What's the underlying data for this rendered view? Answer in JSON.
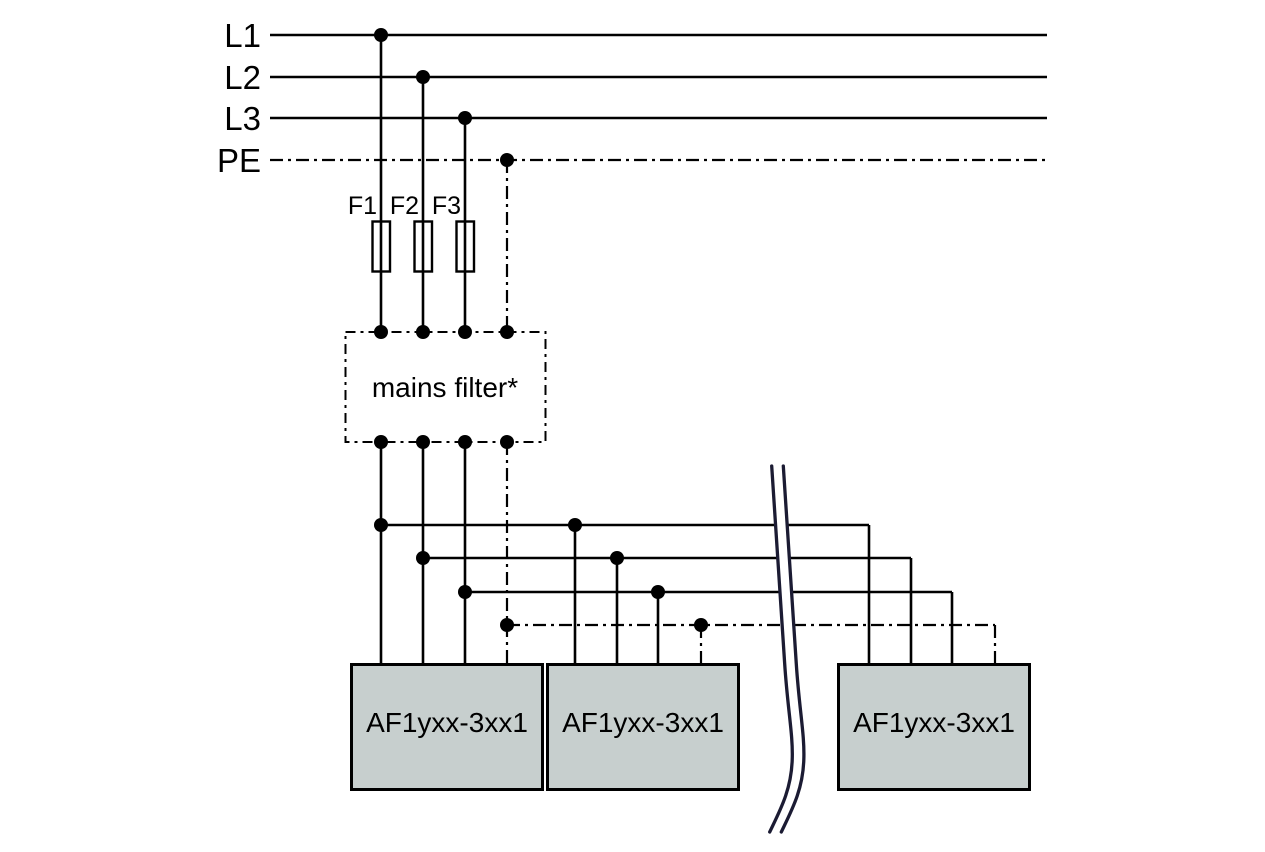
{
  "diagram": {
    "title": "mains-supply-wiring-diagram",
    "colors": {
      "background": "#ffffff",
      "line": "#000000",
      "unit_fill": "#c7cfce",
      "break_line": "#1b1b33"
    },
    "phases": [
      {
        "label": "L1"
      },
      {
        "label": "L2"
      },
      {
        "label": "L3"
      },
      {
        "label": "PE"
      }
    ],
    "fuses": [
      {
        "label": "F1"
      },
      {
        "label": "F2"
      },
      {
        "label": "F3"
      }
    ],
    "filter": {
      "label": "mains filter*"
    },
    "units": [
      {
        "label": "AF1yxx-3xx1"
      },
      {
        "label": "AF1yxx-3xx1"
      },
      {
        "label": "AF1yxx-3xx1"
      }
    ]
  }
}
